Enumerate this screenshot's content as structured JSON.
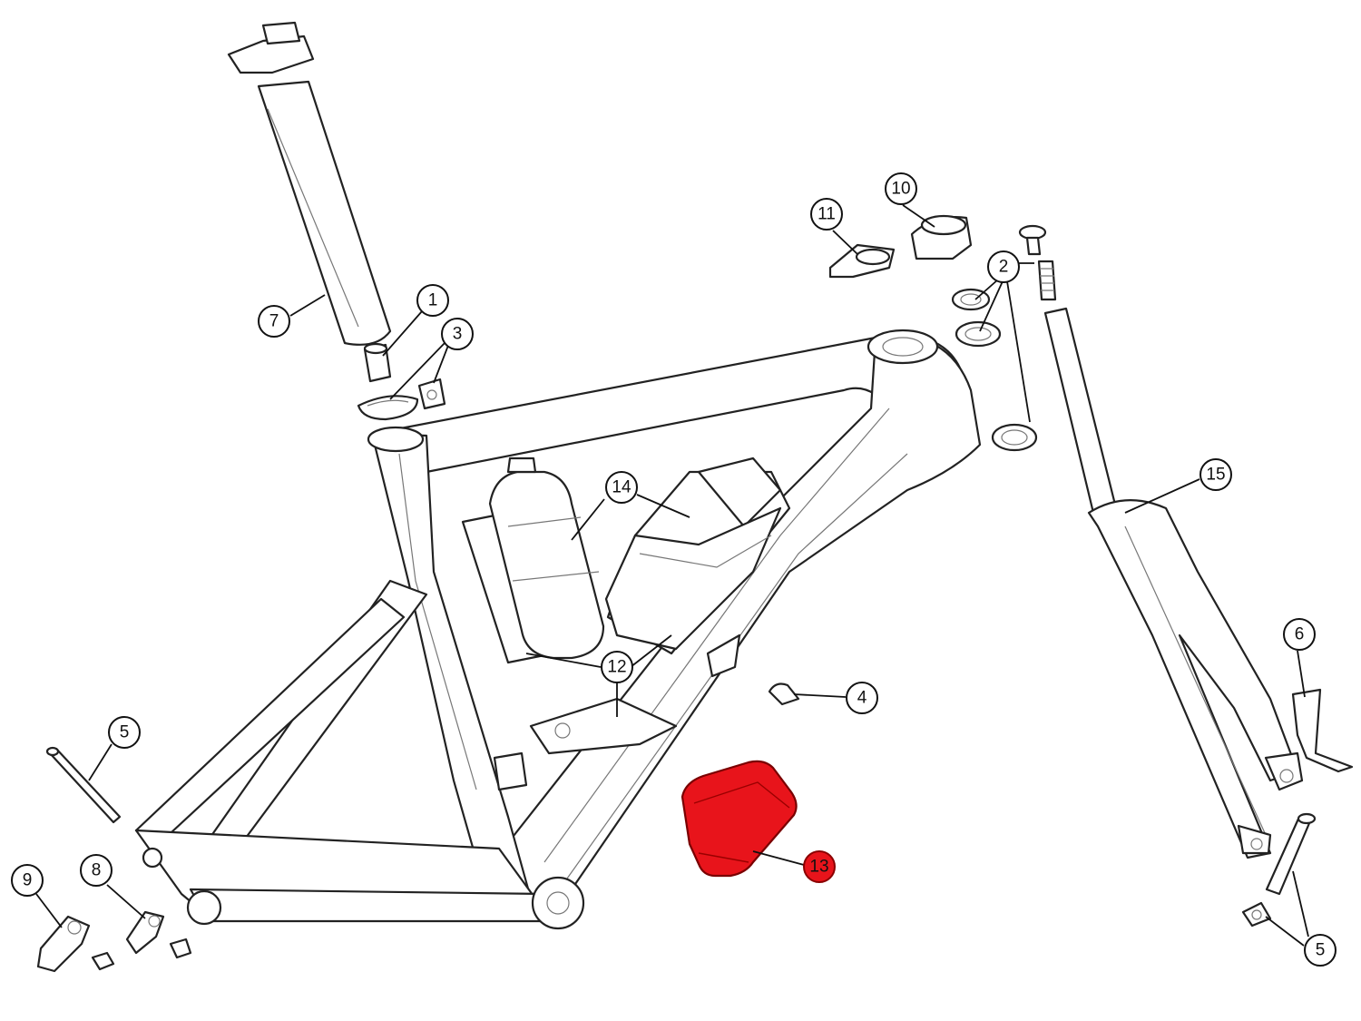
{
  "diagram": {
    "highlight_color": "#e8141b",
    "line_color": "#222222",
    "highlighted_callout": "13",
    "callouts": [
      {
        "id": "c7",
        "label": "7"
      },
      {
        "id": "c1",
        "label": "1"
      },
      {
        "id": "c3",
        "label": "3"
      },
      {
        "id": "c11",
        "label": "11"
      },
      {
        "id": "c10",
        "label": "10"
      },
      {
        "id": "c2",
        "label": "2"
      },
      {
        "id": "c15",
        "label": "15"
      },
      {
        "id": "c14",
        "label": "14"
      },
      {
        "id": "c6",
        "label": "6"
      },
      {
        "id": "c12",
        "label": "12"
      },
      {
        "id": "c4",
        "label": "4"
      },
      {
        "id": "c5a",
        "label": "5"
      },
      {
        "id": "c13",
        "label": "13"
      },
      {
        "id": "c9",
        "label": "9"
      },
      {
        "id": "c8",
        "label": "8"
      },
      {
        "id": "c5b",
        "label": "5"
      }
    ]
  }
}
